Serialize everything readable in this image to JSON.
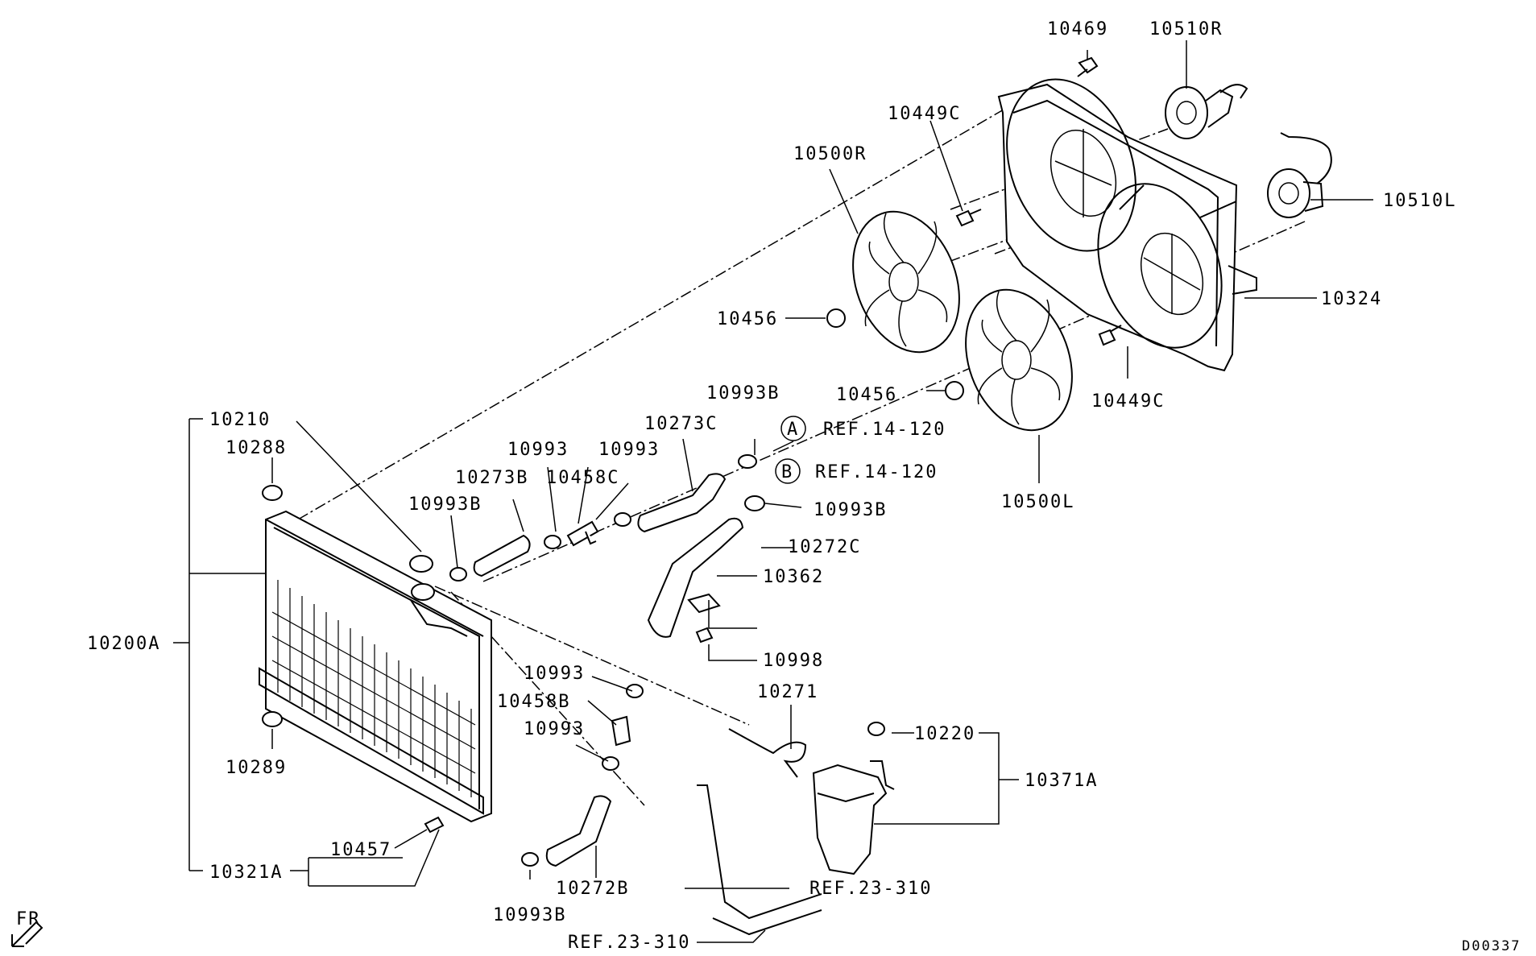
{
  "diagram": {
    "labels": {
      "p10469": "10469",
      "p10510R": "10510R",
      "p10449C_top": "10449C",
      "p10500R": "10500R",
      "p10510L": "10510L",
      "p10324": "10324",
      "p10456_a": "10456",
      "p10456_b": "10456",
      "p10449C_bottom": "10449C",
      "p10500L": "10500L",
      "p10993B_a": "10993B",
      "p10273C": "10273C",
      "p10993_a": "10993",
      "p10993_b": "10993",
      "p10273B": "10273B",
      "p10458C": "10458C",
      "p10993B_b": "10993B",
      "p10993B_c": "10993B",
      "p10272C": "10272C",
      "p10362": "10362",
      "p10998": "10998",
      "p10210": "10210",
      "p10288": "10288",
      "p10200A": "10200A",
      "p10289": "10289",
      "p10321A": "10321A",
      "p10457": "10457",
      "p10993_c": "10993",
      "p10458B": "10458B",
      "p10993_d": "10993",
      "p10271": "10271",
      "p10220": "10220",
      "p10371A": "10371A",
      "p10272B": "10272B",
      "p10993B_d": "10993B",
      "fr": "FR",
      "diagram_id": "D00337"
    },
    "refs": {
      "ref_a_letter": "A",
      "ref_a": "REF.14-120",
      "ref_b_letter": "B",
      "ref_b": "REF.14-120",
      "ref_23_a": "REF.23-310",
      "ref_23_b": "REF.23-310"
    }
  }
}
